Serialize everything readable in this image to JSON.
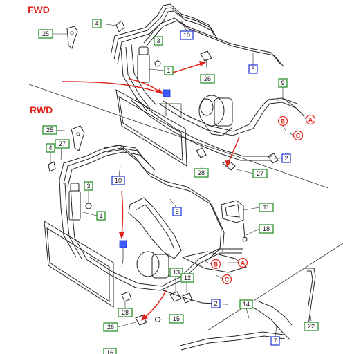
{
  "sections": {
    "fwd": "FWD",
    "rwd": "RWD"
  },
  "colors": {
    "accent_red": "#e0241c",
    "green_callout": "#1a8a1a",
    "blue_callout": "#1c2fd6",
    "line_art": "#222222",
    "highlight_box": "#3d5cff"
  },
  "callouts": {
    "c25_fwd": "25",
    "c4_fwd": "4",
    "c10_fwd": "10",
    "c3_fwd": "3",
    "c1_fwd": "1",
    "c26_fwd": "26",
    "c6_fwd": "6",
    "c9": "9",
    "cA_fwd": "A",
    "cB_fwd": "B",
    "cC_fwd": "C",
    "c2_fwd": "2",
    "c27_fwd": "27",
    "c28_fwd": "28",
    "c25_rwd": "25",
    "c4_rwd": "4",
    "c27_rwd": "27",
    "c10_rwd": "10",
    "c3_rwd": "3",
    "c1_rwd": "1",
    "c6_rwd": "6",
    "c11": "11",
    "c18": "18",
    "cA_rwd": "A",
    "cB_rwd": "B",
    "cC_rwd": "C",
    "c13": "13",
    "c12": "12",
    "c2_rwd": "2",
    "c28_rwd": "28",
    "c15": "15",
    "c26_rwd": "26",
    "c14": "14",
    "c7": "7",
    "c22": "22",
    "c16": "16"
  }
}
